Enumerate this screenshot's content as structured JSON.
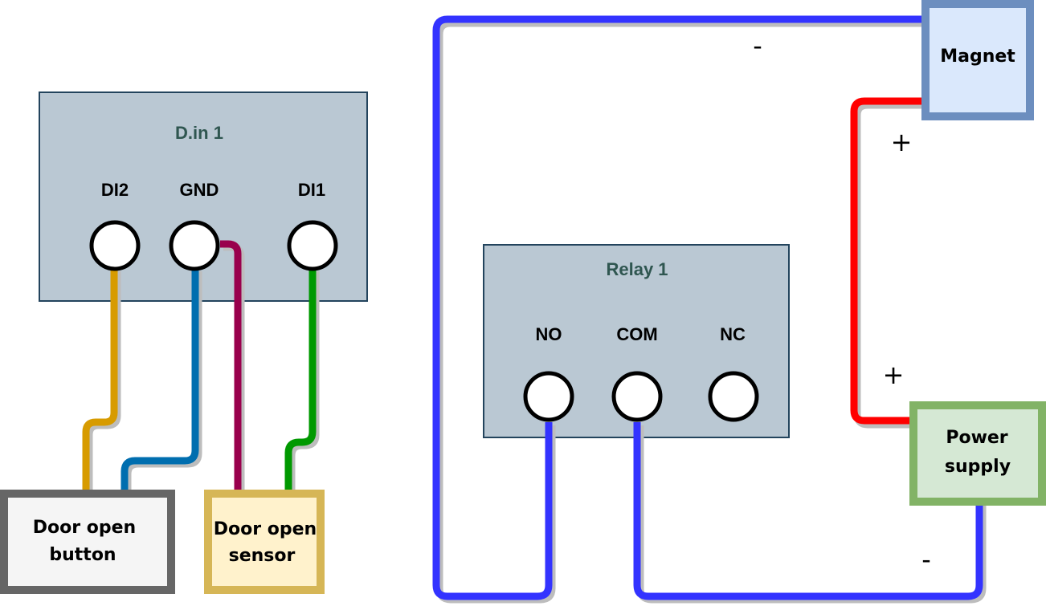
{
  "modules": {
    "din": {
      "title": "D.in 1",
      "terminals": [
        "DI2",
        "GND",
        "DI1"
      ]
    },
    "relay": {
      "title": "Relay 1",
      "terminals": [
        "NO",
        "COM",
        "NC"
      ]
    }
  },
  "devices": {
    "door_button": {
      "line1": "Door open",
      "line2": "button"
    },
    "door_sensor": {
      "line1": "Door open",
      "line2": "sensor"
    },
    "magnet": {
      "line1": "Magnet"
    },
    "power_supply": {
      "line1": "Power",
      "line2": "supply"
    }
  },
  "polarity": {
    "magnet_negative": "-",
    "magnet_positive": "+",
    "psu_positive": "+",
    "psu_negative": "-"
  },
  "colors": {
    "module_fill": "#bac8d3",
    "module_stroke": "#23445d",
    "wire_di2": "#d79b00",
    "wire_gnd_button": "#006eaf",
    "wire_gnd_sensor": "#99004d",
    "wire_di1": "#009900",
    "wire_negative": "#3333ff",
    "wire_positive": "#ff0000",
    "button_fill": "#f5f5f5",
    "button_stroke": "#666666",
    "sensor_fill": "#fff2cc",
    "sensor_stroke": "#d6b656",
    "magnet_fill": "#dae8fc",
    "magnet_stroke": "#6c8ebf",
    "psu_fill": "#d5e8d4",
    "psu_stroke": "#82b366"
  }
}
